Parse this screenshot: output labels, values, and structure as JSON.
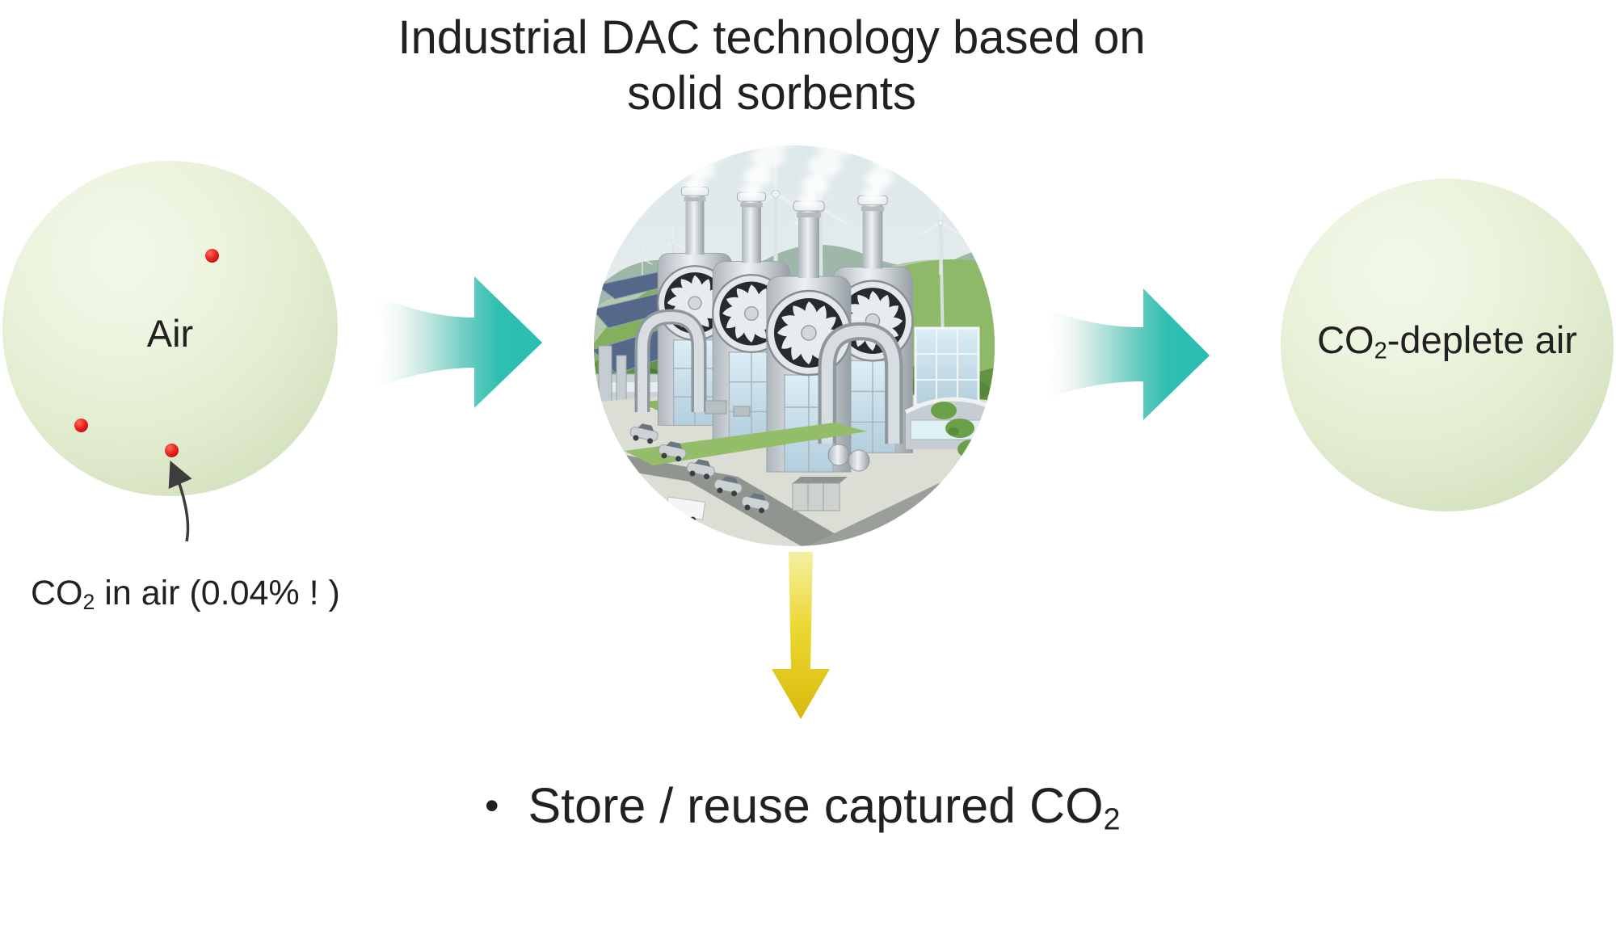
{
  "title": {
    "line1": "Industrial DAC technology based on",
    "line2": "solid sorbents"
  },
  "air_sphere": {
    "label": "Air"
  },
  "co2_annotation": {
    "base": "CO",
    "sub": "2",
    "rest": " in air (0.04% ! )"
  },
  "deplete_sphere": {
    "base": "CO",
    "sub": "2",
    "rest": "-deplete air"
  },
  "store_line": {
    "bullet": "•",
    "base": "Store / reuse captured CO",
    "sub": "2"
  },
  "icons": {
    "flow_arrow_left": "teal-gradient-right-arrow",
    "flow_arrow_right": "teal-gradient-right-arrow",
    "capture_arrow": "yellow-down-arrow",
    "annotation_arrow": "curved-black-arrow",
    "center_image": "dac-plant-circular-photo"
  },
  "colors": {
    "text": "#212121",
    "flow_arrow_teal": "#2abdb1",
    "capture_arrow_yellow": "#d8b90e",
    "co2_dot_red": "#e01616",
    "sphere_green": "#e9f2da"
  }
}
